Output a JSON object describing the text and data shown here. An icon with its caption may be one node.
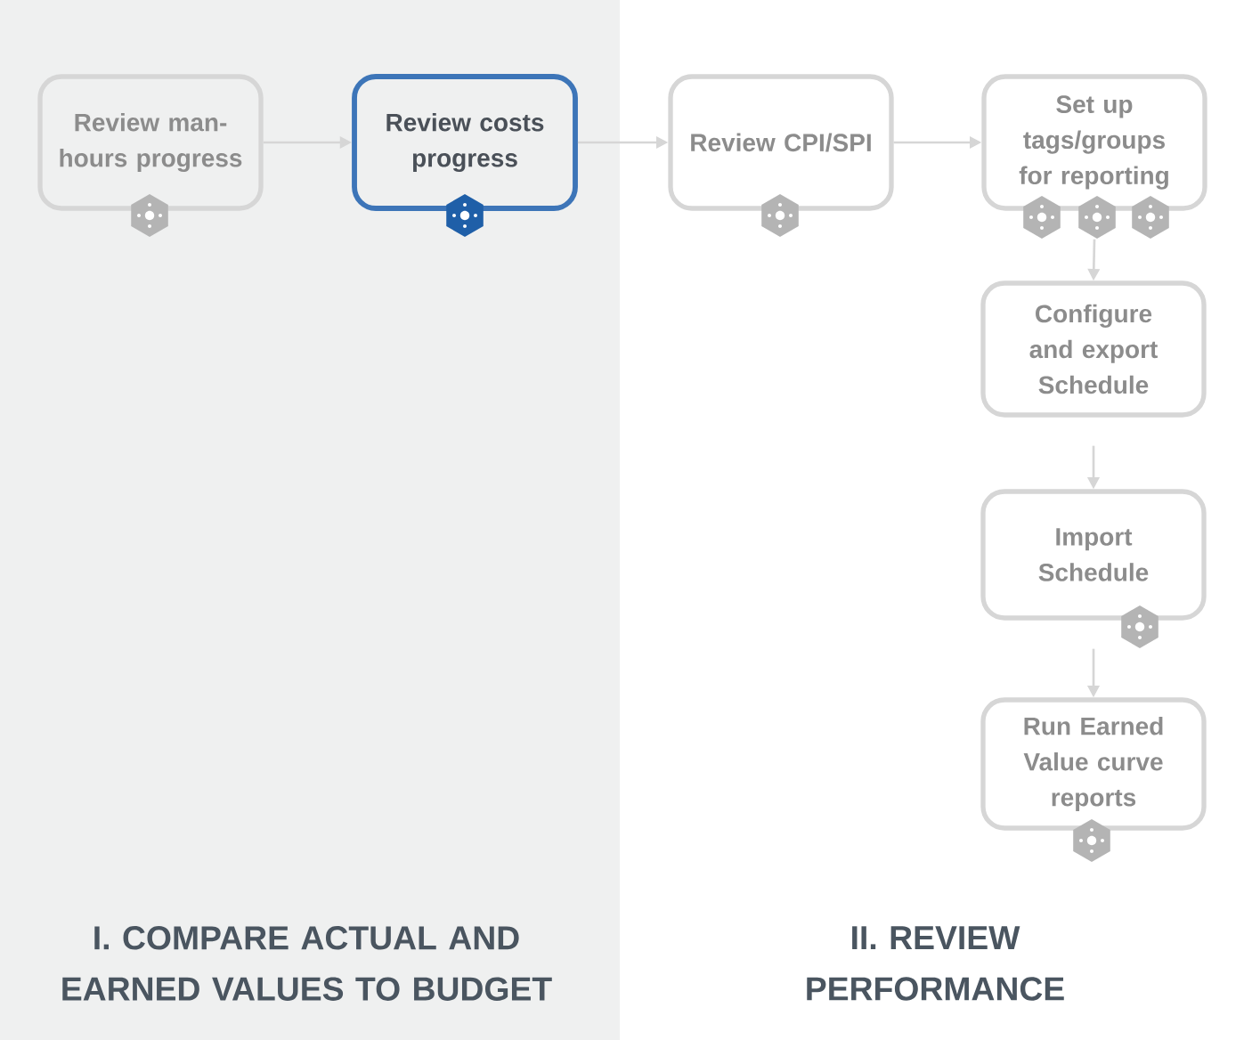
{
  "diagram": {
    "nodes": [
      {
        "text": [
          "Review man-hours progress"
        ]
      },
      {
        "text": [
          "Review costs progress"
        ]
      },
      {
        "text": [
          "Review CPI/SPI"
        ]
      },
      {
        "text": [
          "Set up tags/groups for reporting"
        ]
      },
      {
        "text": [
          "Configure and export Schedule"
        ]
      },
      {
        "text": [
          "Import Schedule"
        ]
      },
      {
        "text": [
          "Run Earned Value curve reports"
        ]
      }
    ],
    "edges": [
      {
        "from": 0,
        "to": 1,
        "arrow": "to"
      },
      {
        "from": 1,
        "to": 2,
        "arrow": "to"
      },
      {
        "from": 2,
        "to": 3,
        "arrow": "to"
      },
      {
        "from": 3,
        "to": 4,
        "arrow": "to"
      },
      {
        "from": 4,
        "to": 5,
        "arrow": "to"
      },
      {
        "from": 5,
        "to": 6,
        "arrow": "to"
      }
    ],
    "labels": [
      "I. COMPARE ACTUAL AND EARNED VALUES TO BUDGET",
      "II. REVIEW PERFORMANCE"
    ]
  }
}
